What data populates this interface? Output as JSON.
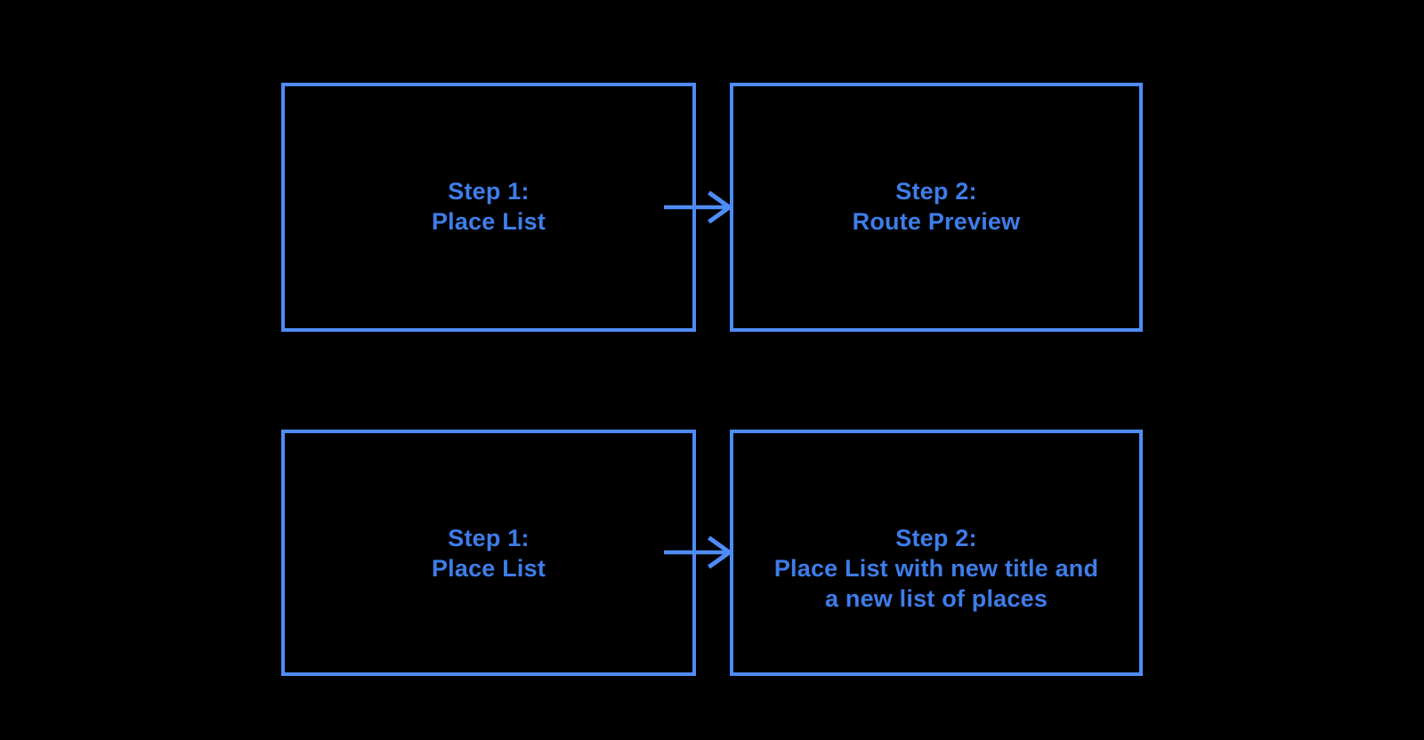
{
  "colors": {
    "background": "#000000",
    "box_border": "#4e8cf7",
    "box_text": "#3e7de9",
    "arrow": "#4e8cf7"
  },
  "boxes": [
    {
      "id": "top-left",
      "lines": [
        "Step 1:",
        "Place List"
      ]
    },
    {
      "id": "top-right",
      "lines": [
        "Step 2:",
        "Route Preview"
      ]
    },
    {
      "id": "bottom-left",
      "lines": [
        "Step 1:",
        "Place List"
      ]
    },
    {
      "id": "bottom-right",
      "lines": [
        "Step 2:",
        "Place List with new title and",
        "a new list of places"
      ]
    }
  ],
  "arrows": [
    {
      "from": "top-left",
      "to": "top-right"
    },
    {
      "from": "bottom-left",
      "to": "bottom-right"
    }
  ]
}
